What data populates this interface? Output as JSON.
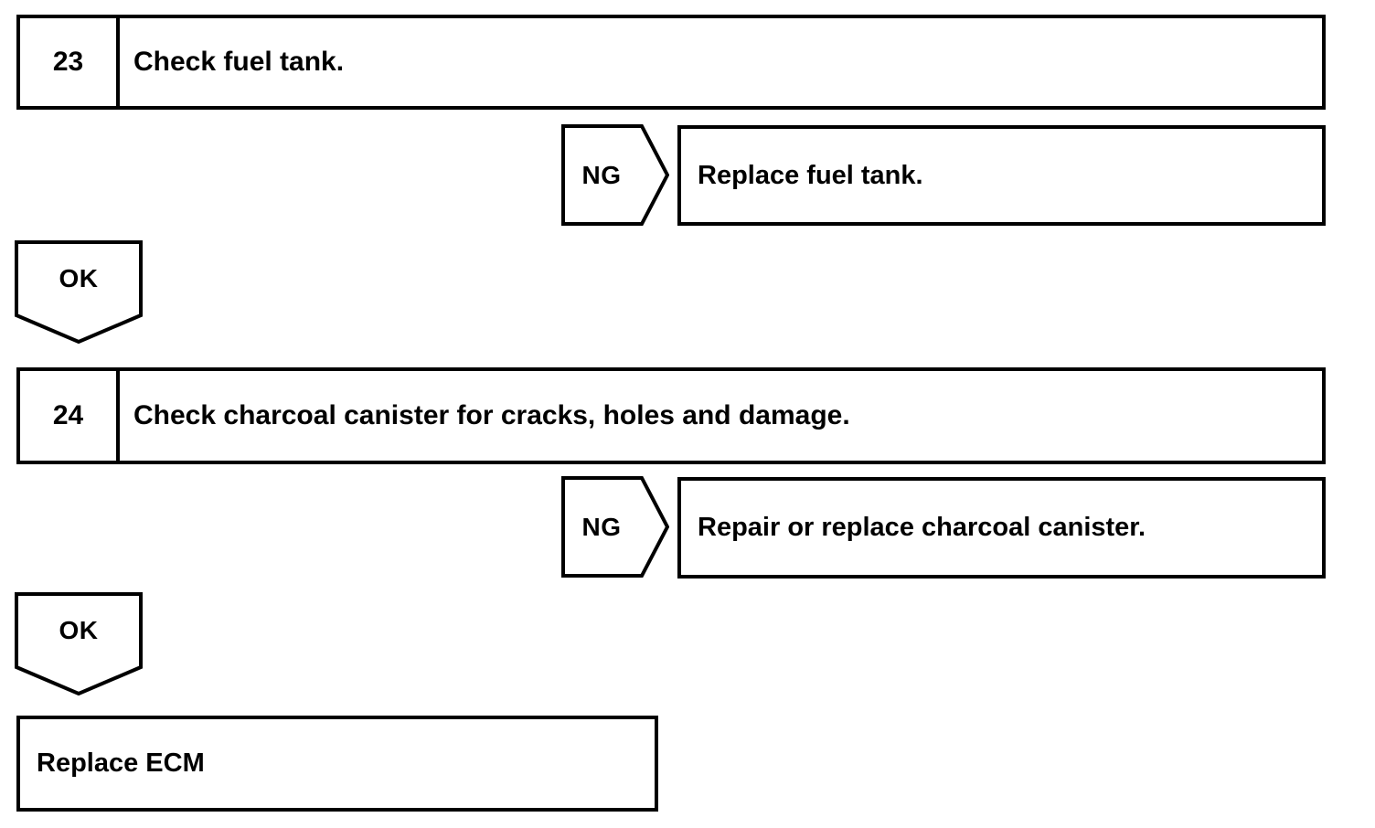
{
  "diagram": {
    "type": "diagnostic-flowchart",
    "background_color": "#ffffff",
    "line_color": "#000000",
    "steps": [
      {
        "number": "23",
        "instruction": "Check fuel tank.",
        "ng_label": "NG",
        "ng_action": "Replace fuel tank.",
        "ok_label": "OK"
      },
      {
        "number": "24",
        "instruction": "Check charcoal canister for cracks, holes and damage.",
        "ng_label": "NG",
        "ng_action": "Repair or replace charcoal canister.",
        "ok_label": "OK"
      }
    ],
    "final_action": "Replace ECM"
  }
}
